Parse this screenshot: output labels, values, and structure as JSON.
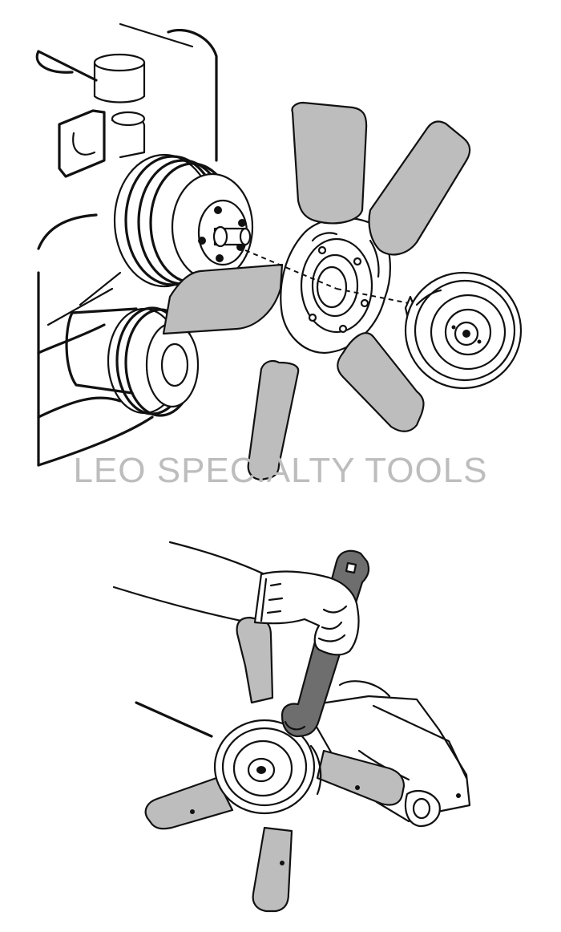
{
  "watermark": {
    "text": "LEO SPECIALTY TOOLS"
  },
  "illustrations": [
    {
      "name": "fan-assembly-exploded-view"
    },
    {
      "name": "fan-clutch-wrench-removal"
    }
  ],
  "colors": {
    "line": "#111111",
    "blade_fill": "#bdbdbd",
    "tool_fill": "#6e6e6e",
    "watermark": "#bdbdbd"
  }
}
